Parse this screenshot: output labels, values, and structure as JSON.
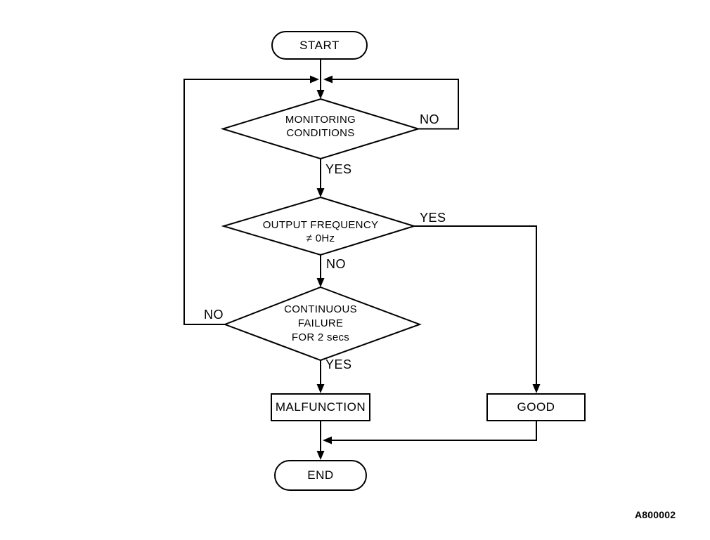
{
  "figure": {
    "code": "A800002"
  },
  "nodes": {
    "start": {
      "type": "terminator",
      "label": "START"
    },
    "monitoring_conditions": {
      "type": "decision",
      "line1": "MONITORING",
      "line2": "CONDITIONS"
    },
    "output_frequency": {
      "type": "decision",
      "line1": "OUTPUT FREQUENCY",
      "line2": "≠ 0Hz"
    },
    "continuous_failure": {
      "type": "decision",
      "line1": "CONTINUOUS",
      "line2": "FAILURE",
      "line3": "FOR 2 secs"
    },
    "malfunction": {
      "type": "process",
      "label": "MALFUNCTION"
    },
    "good": {
      "type": "process",
      "label": "GOOD"
    },
    "end": {
      "type": "terminator",
      "label": "END"
    }
  },
  "edge_labels": {
    "monitoring_no": "NO",
    "monitoring_yes": "YES",
    "output_frequency_yes": "YES",
    "output_frequency_no": "NO",
    "continuous_failure_no": "NO",
    "continuous_failure_yes": "YES"
  },
  "colors": {
    "line": "#000000",
    "text": "#000000",
    "background": "#ffffff"
  }
}
